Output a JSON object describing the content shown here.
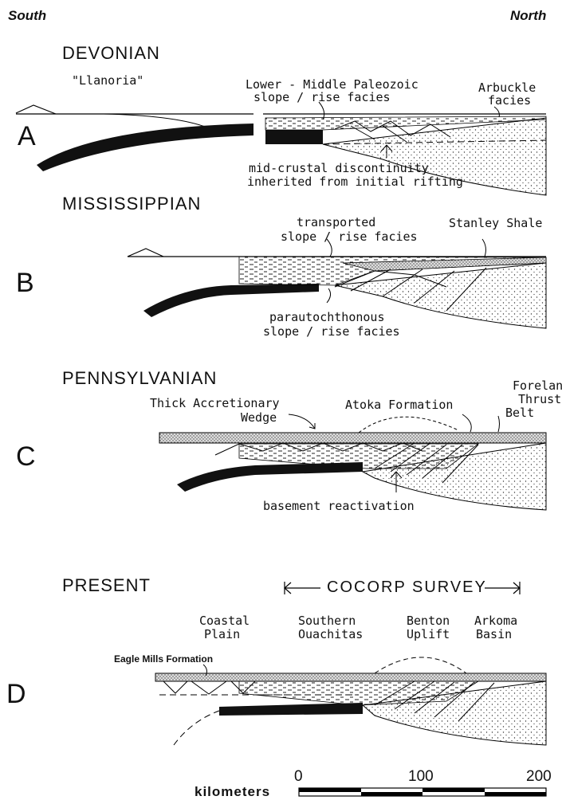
{
  "directions": {
    "south": "South",
    "north": "North"
  },
  "panels": [
    {
      "letter": "A",
      "era": "DEVONIAN",
      "labels": {
        "llanoria": "\"Llanoria\"",
        "slope_line1": "Lower - Middle Paleozoic",
        "slope_line2": "slope / rise facies",
        "arbuckle_line1": "Arbuckle",
        "arbuckle_line2": "facies",
        "discontinuity_line1": "mid-crustal discontinuity",
        "discontinuity_line2": "inherited from initial rifting"
      }
    },
    {
      "letter": "B",
      "era": "MISSISSIPPIAN",
      "labels": {
        "transported_line1": "transported",
        "transported_line2": "slope / rise facies",
        "stanley": "Stanley Shale",
        "parauto_line1": "parautochthonous",
        "parauto_line2": "slope / rise facies"
      }
    },
    {
      "letter": "C",
      "era": "PENNSYLVANIAN",
      "labels": {
        "wedge_line1": "Thick Accretionary",
        "wedge_line2": "Wedge",
        "atoka": "Atoka Formation",
        "foreland_line1": "Foreland",
        "foreland_line2": "Thrust",
        "foreland_line3": "Belt",
        "basement": "basement reactivation"
      }
    },
    {
      "letter": "D",
      "era": "PRESENT",
      "labels": {
        "survey": "COCORP SURVEY",
        "coastal_line1": "Coastal",
        "coastal_line2": "Plain",
        "ouachitas_line1": "Southern",
        "ouachitas_line2": "Ouachitas",
        "benton_line1": "Benton",
        "benton_line2": "Uplift",
        "arkoma_line1": "Arkoma",
        "arkoma_line2": "Basin",
        "eagle": "Eagle Mills Formation"
      }
    }
  ],
  "scale": {
    "label": "kilometers",
    "ticks": [
      "0",
      "100",
      "200"
    ]
  }
}
